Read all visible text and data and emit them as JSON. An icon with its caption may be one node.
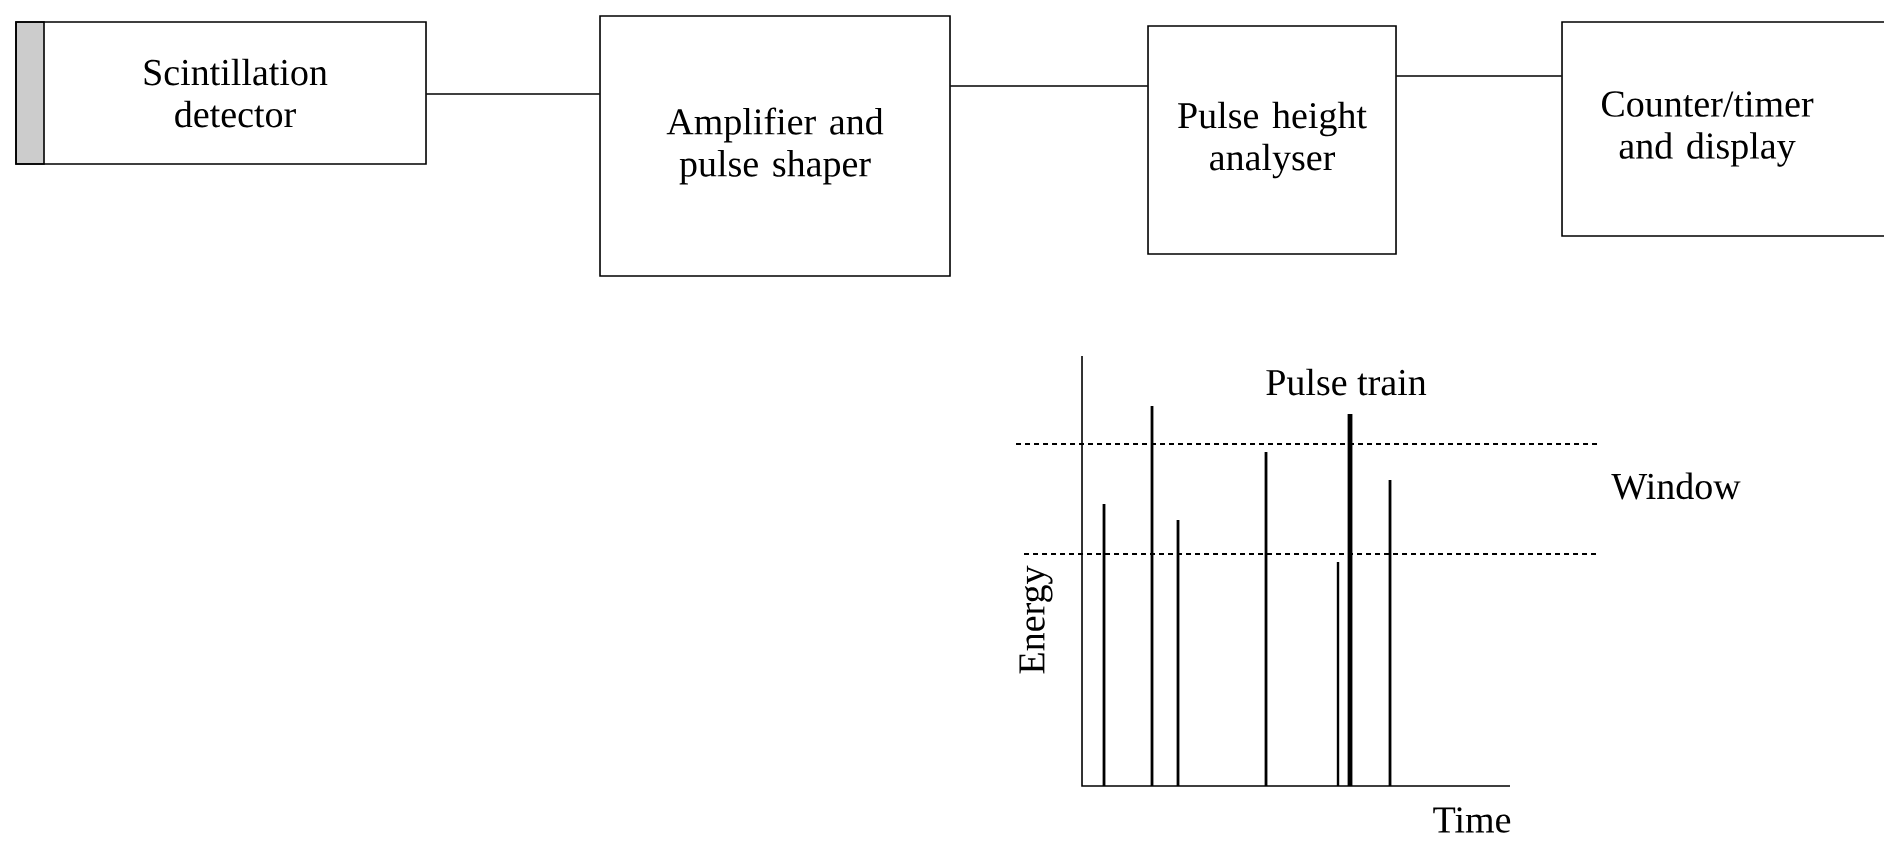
{
  "diagram": {
    "nodes": [
      {
        "text": [
          "Scintillation detector"
        ]
      },
      {
        "text": [
          "Amplifier and pulse shaper"
        ]
      },
      {
        "text": [
          "Pulse height analyser"
        ]
      },
      {
        "text": [
          "Counter/timer and display"
        ]
      }
    ],
    "edges": [
      {
        "from": 0,
        "to": 1,
        "arrow": "none"
      },
      {
        "from": 1,
        "to": 2,
        "arrow": "none"
      },
      {
        "from": 2,
        "to": 3,
        "arrow": "none"
      }
    ],
    "labels": [
      "Pulse train",
      "Window",
      "Energy",
      "Time"
    ]
  }
}
